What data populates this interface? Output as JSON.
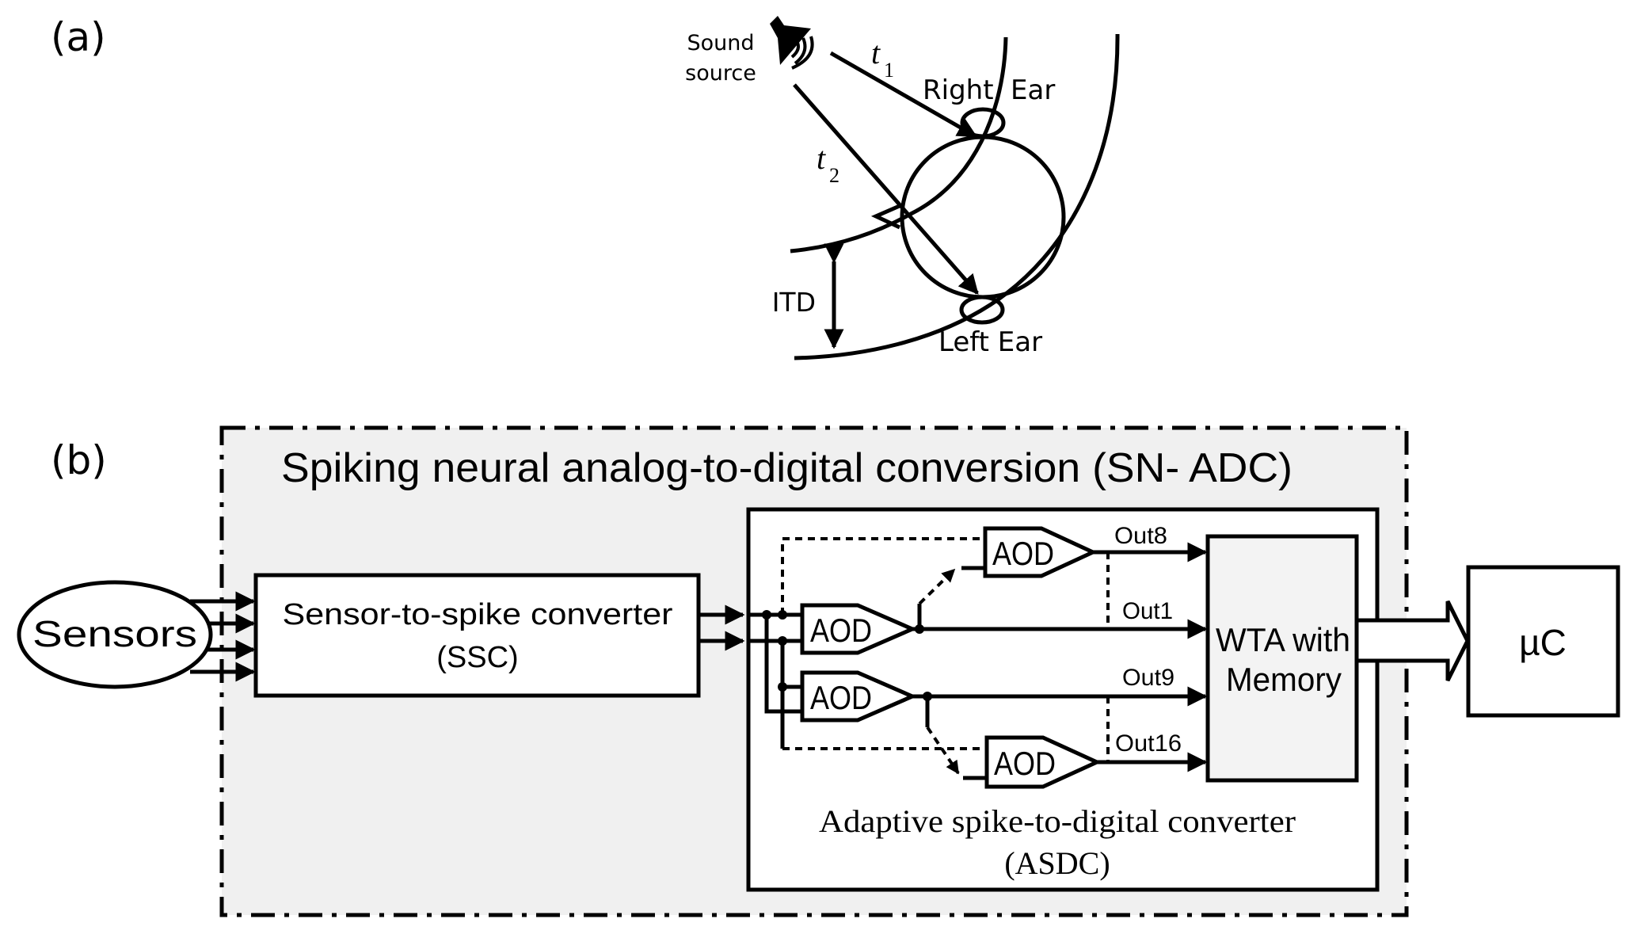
{
  "panel_a": {
    "label": "(a)",
    "sound_source": {
      "line1": "Sound",
      "line2": "source",
      "icon": "speaker-icon"
    },
    "t1": {
      "base": "t",
      "sub": "1"
    },
    "t2": {
      "base": "t",
      "sub": "2"
    },
    "right_ear": {
      "word1": "Right",
      "word2": "Ear"
    },
    "left_ear": "Left Ear",
    "itd": "ITD"
  },
  "panel_b": {
    "label": "(b)",
    "outer_title": "Spiking neural analog-to-digital conversion (SN- ADC)",
    "sensors": "Sensors",
    "ssc": {
      "line1": "Sensor-to-spike converter",
      "line2": "(SSC)"
    },
    "aod_label": "AOD",
    "outputs": {
      "out8": "Out8",
      "out1": "Out1",
      "out9": "Out9",
      "out16": "Out16"
    },
    "wta": {
      "line1": "WTA with",
      "line2": "Memory"
    },
    "asdc": {
      "line1": "Adaptive spike-to-digital converter",
      "line2": "(ASDC)"
    },
    "uc": "µC"
  },
  "colors": {
    "outer_fill": "#f0f0f0",
    "wta_fill": "#f3f3f3",
    "stroke": "#000000"
  }
}
